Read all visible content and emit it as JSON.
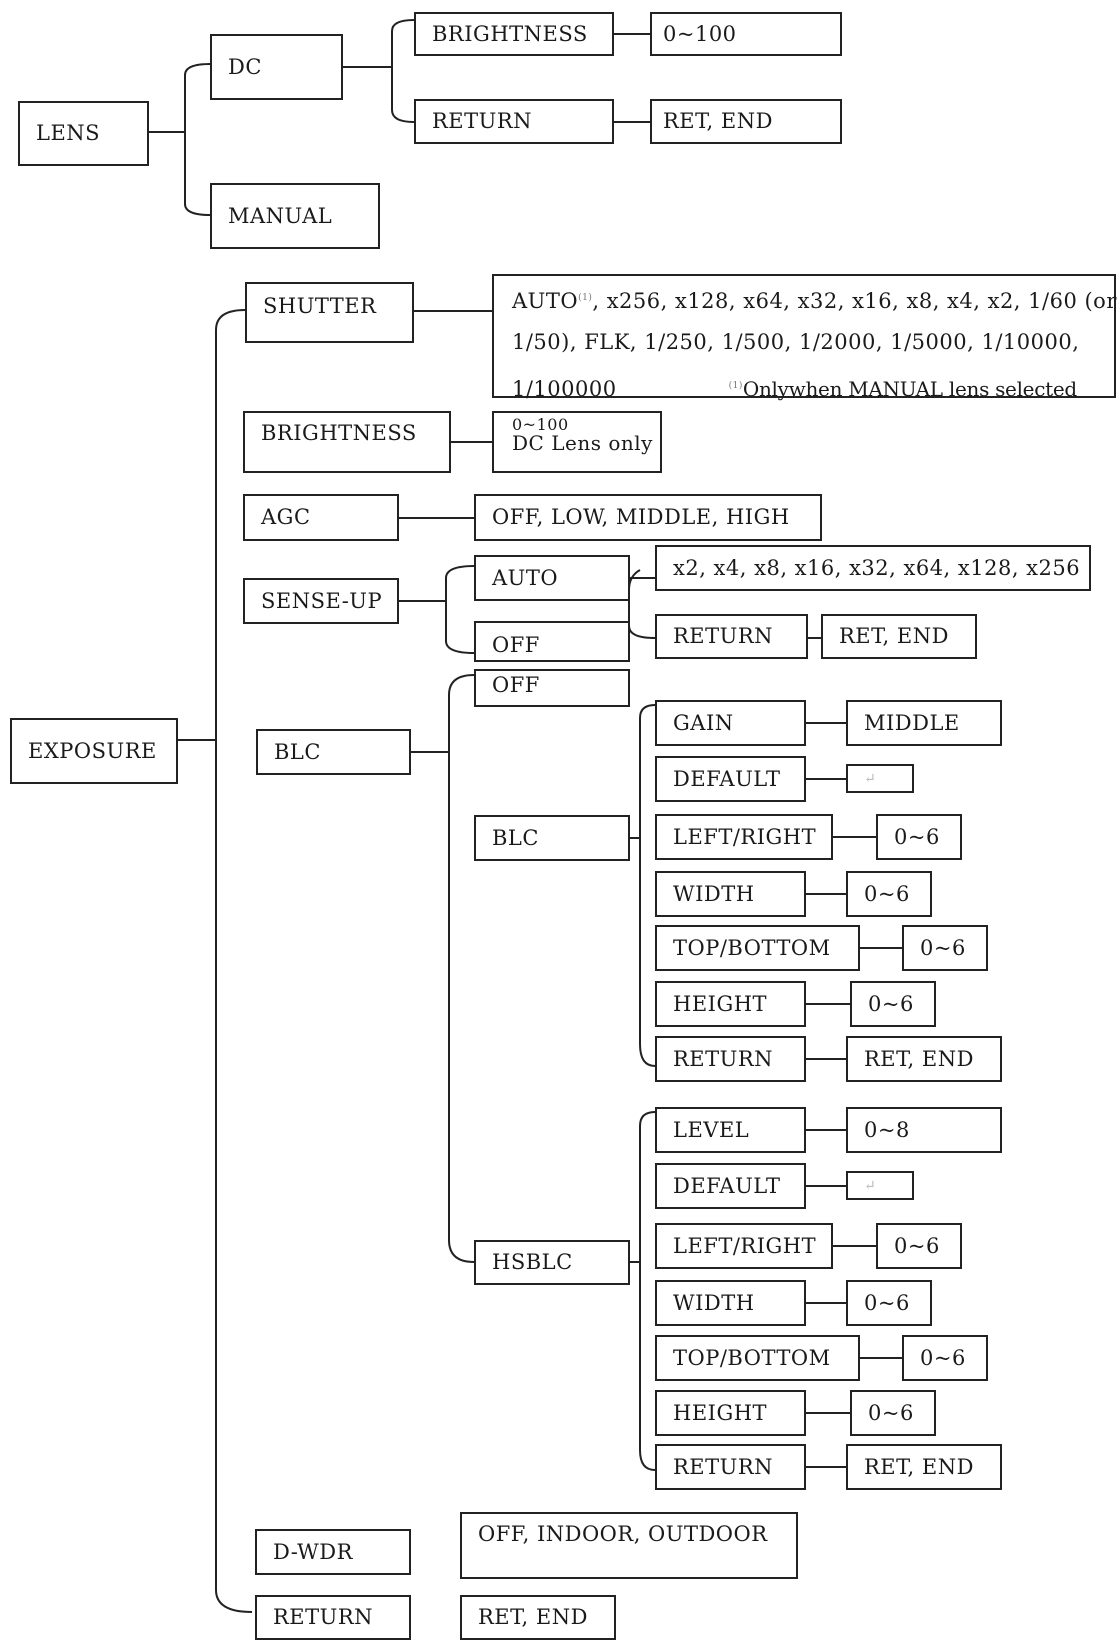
{
  "lens": {
    "root": "LENS",
    "dc": "DC",
    "manual": "MANUAL",
    "brightness": "BRIGHTNESS",
    "brightness_range": "0~100",
    "return": "RETURN",
    "return_value": "RET, END"
  },
  "exposure": {
    "root": "EXPOSURE",
    "shutter": "SHUTTER",
    "shutter_options": {
      "line1_auto": "AUTO",
      "footnote_mark": "(1)",
      "line1_rest": ", x256, x128, x64, x32, x16, x8, x4, x2, 1/60 (or",
      "line2": "1/50), FLK, 1/250, 1/500, 1/2000, 1/5000, 1/10000,",
      "line3_value": "1/100000",
      "footnote_text": "Onlywhen MANUAL lens selected"
    },
    "brightness": "BRIGHTNESS",
    "brightness_range": "0~100",
    "brightness_note": "DC Lens only",
    "agc": "AGC",
    "agc_options": "OFF, LOW, MIDDLE, HIGH",
    "senseup": "SENSE-UP",
    "senseup_auto": "AUTO",
    "senseup_off": "OFF",
    "senseup_auto_options": "x2, x4, x8, x16, x32, x64, x128, x256",
    "senseup_return": "RETURN",
    "senseup_return_value": "RET, END",
    "blc": "BLC",
    "blc_off": "OFF",
    "blc_blc": "BLC",
    "blc_items": [
      {
        "label": "GAIN",
        "value": "MIDDLE"
      },
      {
        "label": "DEFAULT",
        "value": "↵"
      },
      {
        "label": "LEFT/RIGHT",
        "value": "0~6"
      },
      {
        "label": "WIDTH",
        "value": "0~6"
      },
      {
        "label": "TOP/BOTTOM",
        "value": "0~6"
      },
      {
        "label": "HEIGHT",
        "value": "0~6"
      },
      {
        "label": "RETURN",
        "value": "RET, END"
      }
    ],
    "hsblc": "HSBLC",
    "hsblc_items": [
      {
        "label": "LEVEL",
        "value": "0~8"
      },
      {
        "label": "DEFAULT",
        "value": "↵"
      },
      {
        "label": "LEFT/RIGHT",
        "value": "0~6"
      },
      {
        "label": "WIDTH",
        "value": "0~6"
      },
      {
        "label": "TOP/BOTTOM",
        "value": "0~6"
      },
      {
        "label": "HEIGHT",
        "value": "0~6"
      },
      {
        "label": "RETURN",
        "value": "RET, END"
      }
    ],
    "dwdr": "D-WDR",
    "dwdr_options": "OFF, INDOOR, OUTDOOR",
    "return": "RETURN",
    "return_value": "RET, END"
  }
}
